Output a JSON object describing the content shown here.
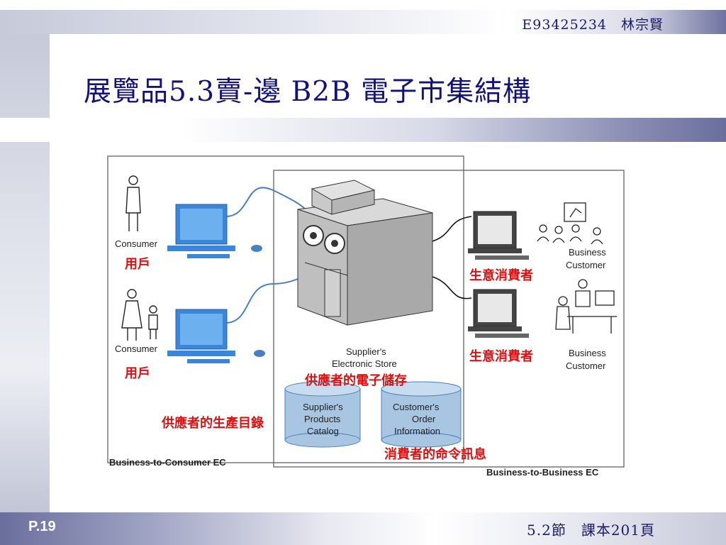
{
  "header": {
    "text": "E93425234　林宗賢"
  },
  "title": "展覽品5.3賣-邊 B2B 電子市集結構",
  "footer": {
    "page": "P.19",
    "reference": "5.2節　課本201頁"
  },
  "diagram": {
    "consumer_1": {
      "en": "Consumer",
      "zh": "用戶"
    },
    "consumer_2": {
      "en": "Consumer",
      "zh": "用戶"
    },
    "business_1": {
      "en_line1": "Business",
      "en_line2": "Customer",
      "zh": "生意消費者"
    },
    "business_2": {
      "en_line1": "Business",
      "en_line2": "Customer",
      "zh": "生意消費者"
    },
    "store": {
      "en_line1": "Supplier's",
      "en_line2": "Electronic Store",
      "zh": "供應者的電子儲存"
    },
    "catalog_db": {
      "line1": "Supplier's",
      "line2": "Products",
      "line3": "Catalog",
      "zh": "供應者的生產目錄"
    },
    "order_db": {
      "line1": "Customer's",
      "line2": "Order",
      "line3": "Information",
      "zh": "消費者的命令訊息"
    },
    "b2c_label": "Business-to-Consumer EC",
    "b2b_label": "Business-to-Business EC",
    "colors": {
      "zh_label": "#e01010",
      "cable": "#4a7fc0",
      "screen": "#3a86d8",
      "title": "#12127a"
    }
  }
}
